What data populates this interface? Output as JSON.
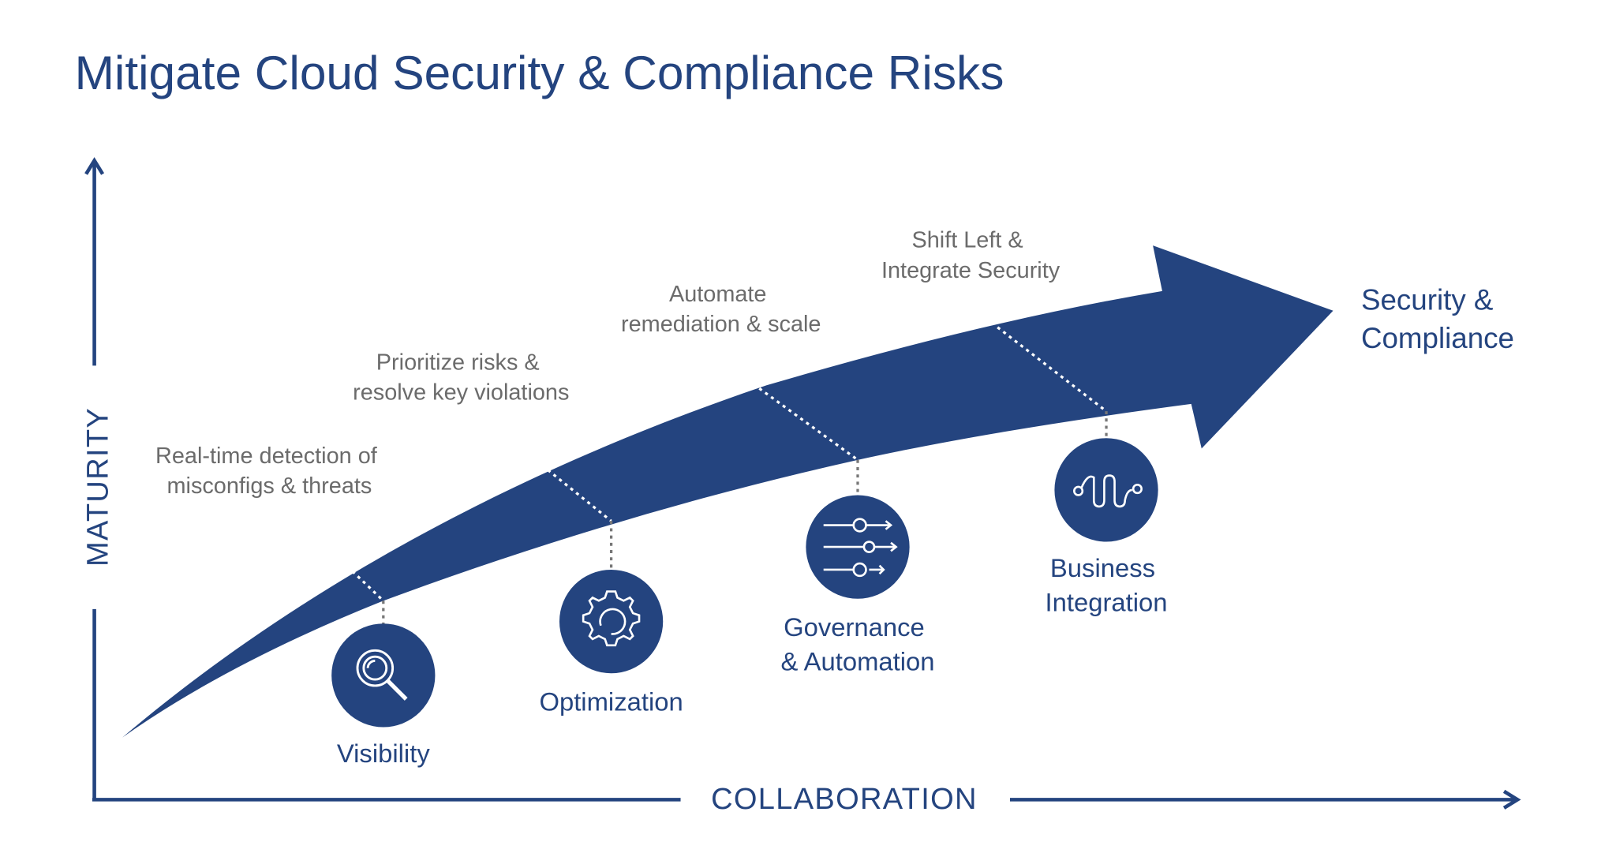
{
  "title": "Mitigate Cloud Security & Compliance Risks",
  "axes": {
    "y_label": "MATURITY",
    "x_label": "COLLABORATION"
  },
  "goal": {
    "line1": "Security &",
    "line2": "Compliance"
  },
  "stages": [
    {
      "label_lines": [
        "Visibility"
      ],
      "icon": "magnifier-icon",
      "description_lines": [
        "Real-time detection of",
        "misconfigs & threats"
      ]
    },
    {
      "label_lines": [
        "Optimization"
      ],
      "icon": "gear-icon",
      "description_lines": [
        "Prioritize risks &",
        "resolve key violations"
      ]
    },
    {
      "label_lines": [
        "Governance",
        "& Automation"
      ],
      "icon": "automation-gears-icon",
      "description_lines": [
        "Automate",
        "remediation & scale"
      ]
    },
    {
      "label_lines": [
        "Business",
        "Integration"
      ],
      "icon": "integration-wave-icon",
      "description_lines": [
        "Shift Left &",
        "Integrate Security"
      ]
    }
  ],
  "colors": {
    "primary": "#24447f",
    "text_gray": "#6b6b6b"
  }
}
